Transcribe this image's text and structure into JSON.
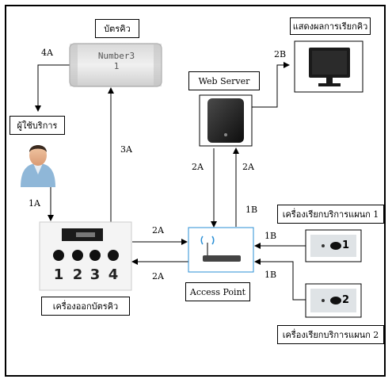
{
  "labels": {
    "ticket": "บัตรคิว",
    "display_result": "แสดงผลการเรียกคิว",
    "web_server": "Web Server",
    "user": "ผู้ใช้บริการ",
    "caller_dept1": "เครื่องเรียกบริการแผนก 1",
    "caller_dept2": "เครื่องเรียกบริการแผนก 2",
    "ticket_machine": "เครื่องออกบัตรคิว",
    "access_point": "Access Point"
  },
  "ticket_screen": {
    "line1": "Number3",
    "line2": "1"
  },
  "keypad_digits": [
    "1",
    "2",
    "3",
    "4"
  ],
  "caller1_digit": "1",
  "caller2_digit": "2",
  "steps": {
    "s4A": "4A",
    "s3A": "3A",
    "s2B": "2B",
    "s1A": "1A",
    "s2A_left": "2A",
    "s2A_right": "2A",
    "s2A_top": "2A",
    "s2A_bottom": "2A",
    "s1B_a": "1B",
    "s1B_b": "1B",
    "s1B_c": "1B"
  },
  "colors": {
    "line": "#000000",
    "monitor_screen": "#111111",
    "ap_border": "#2a8fd6"
  }
}
